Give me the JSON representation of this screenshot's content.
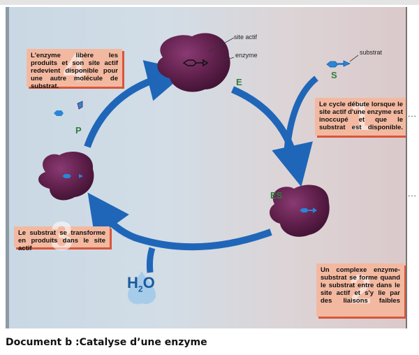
{
  "figure": {
    "caption": "Document b :Catalyse d’une enzyme",
    "states": {
      "E": "E",
      "S": "S",
      "ES": "ES",
      "P": "P"
    },
    "annotations": {
      "site_actif": "site actif",
      "enzyme": "enzyme",
      "substrat": "substrat"
    },
    "water": {
      "h": "H",
      "sub": "2",
      "o": "O"
    },
    "steps": [
      {
        "number": "1",
        "text": "Le cycle débute lorsque le site actif d'une enzyme est inoccupé et que le substrat est disponible."
      },
      {
        "number": "2",
        "text": "Un complexe enzyme-substrat se forme quand le substrat entre dans le site actif et s'y lie par des liaisons faibles"
      },
      {
        "number": "3",
        "text": "Le substrat se transforme en produits dans le site actif"
      },
      {
        "number": "4",
        "text": "L'enzyme libère les produits et son site actif redevient disponible pour une autre molécule de substrat."
      }
    ],
    "colors": {
      "enzyme": "#5e1f4a",
      "arrow": "#1f66b8",
      "molecule": "#2a86d6",
      "label_bg": "#f3b9a0",
      "label_border": "#d9553a",
      "state_letter": "#2e7d3a"
    },
    "margin_marks": [
      "...",
      "..."
    ]
  }
}
